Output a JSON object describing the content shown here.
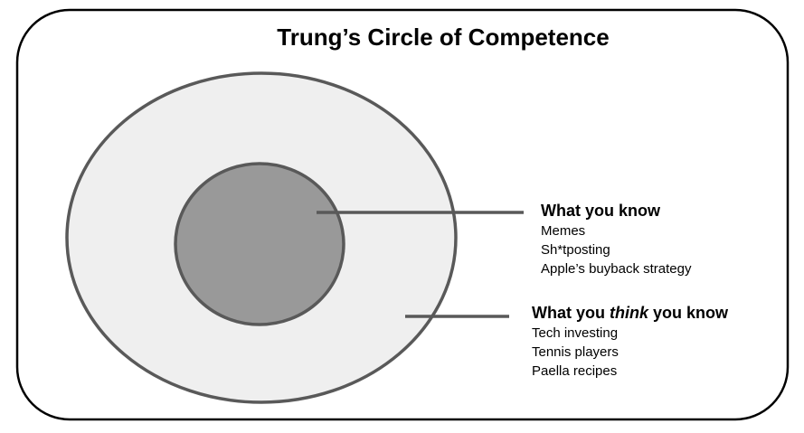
{
  "title": "Trung’s Circle of Competence",
  "colors": {
    "frame_stroke": "#000000",
    "outer_fill": "#efefef",
    "inner_fill": "#999999",
    "circle_stroke": "#595959",
    "leader_line": "#595959"
  },
  "know": {
    "heading": "What you know",
    "items": [
      "Memes",
      "Sh*tposting",
      "Apple’s buyback strategy"
    ]
  },
  "think_know": {
    "heading_pre": "What you ",
    "heading_em": "think",
    "heading_post": " you know",
    "items": [
      "Tech investing",
      "Tennis players",
      "Paella recipes"
    ]
  }
}
